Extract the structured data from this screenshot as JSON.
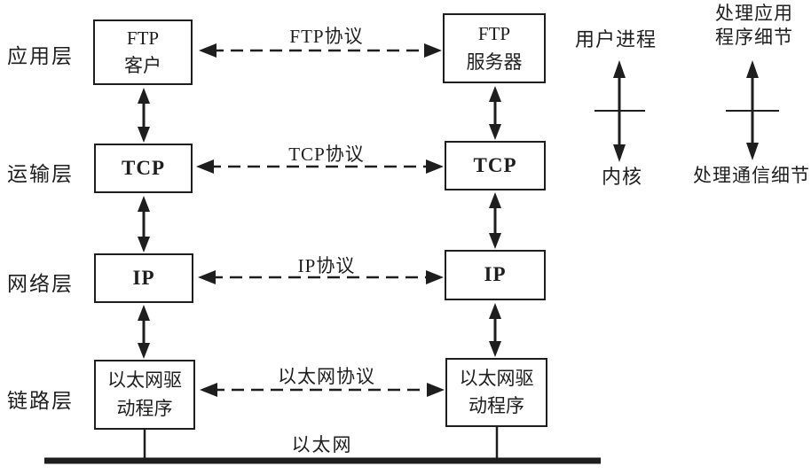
{
  "colors": {
    "ink": "#1e1e1e",
    "background": "#ffffff"
  },
  "layers": [
    {
      "label": "应用层"
    },
    {
      "label": "运输层"
    },
    {
      "label": "网络层"
    },
    {
      "label": "链路层"
    }
  ],
  "client_stack": [
    {
      "label": "FTP\n客户"
    },
    {
      "label": "TCP"
    },
    {
      "label": "IP"
    },
    {
      "label": "以太网驱\n动程序"
    }
  ],
  "server_stack": [
    {
      "label": "FTP\n服务器"
    },
    {
      "label": "TCP"
    },
    {
      "label": "IP"
    },
    {
      "label": "以太网驱\n动程序"
    }
  ],
  "protocols": [
    {
      "label": "FTP协议"
    },
    {
      "label": "TCP协议"
    },
    {
      "label": "IP协议"
    },
    {
      "label": "以太网协议"
    }
  ],
  "ethernet": {
    "label": "以太网"
  },
  "annotations": {
    "user_process": "用户进程",
    "kernel": "内核",
    "app_details": "处理应用\n程序细节",
    "comm_details": "处理通信细节"
  }
}
